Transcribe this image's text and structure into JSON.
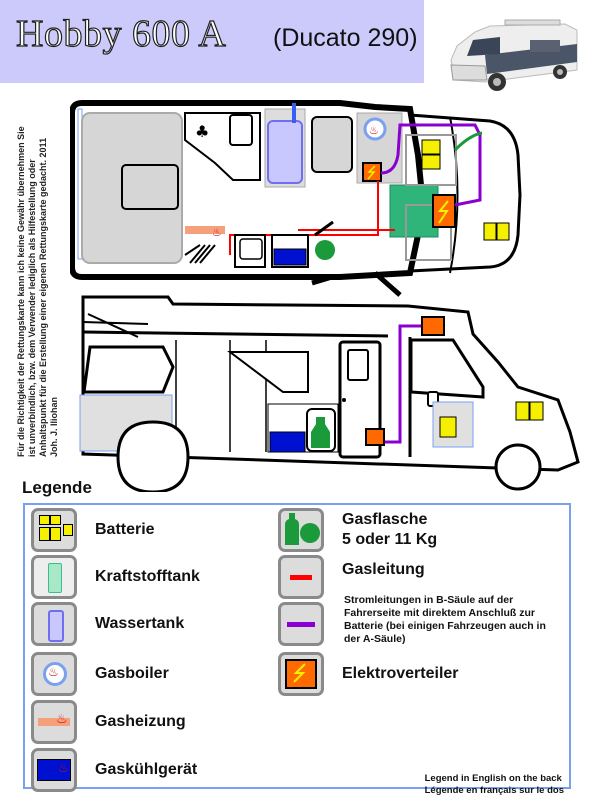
{
  "header": {
    "title": "Hobby 600 A",
    "subtitle": "(Ducato 290)",
    "band_color": "#cccafa"
  },
  "disclaimer": "Für die Richtigkeit der Rettungskarte kann ich keine Gewähr übernehmen Sie ist unverbindlich, bzw. dem Verwender lediglich als Hilfestellung oder Anhaltspunkt für die Erstellung einer eigenen Rettungskarte gedacht. 2011 Joh. J. Iliohan",
  "diagrams": {
    "top_view": "floor-plan",
    "side_view": "side-elevation"
  },
  "legend": {
    "title": "Legende",
    "items": [
      {
        "icon": "battery-icon",
        "label": "Batterie"
      },
      {
        "icon": "fuel-tank-icon",
        "label": "Kraftstofftank"
      },
      {
        "icon": "water-tank-icon",
        "label": "Wassertank"
      },
      {
        "icon": "gas-boiler-icon",
        "label": "Gasboiler"
      },
      {
        "icon": "gas-heater-icon",
        "label": "Gasheizung"
      },
      {
        "icon": "gas-fridge-icon",
        "label": "Gaskühlgerät"
      },
      {
        "icon": "gas-bottle-icon",
        "label_line1": "Gasflasche",
        "label_line2": "5 oder 11 Kg"
      },
      {
        "icon": "gas-line-icon",
        "label": "Gasleitung"
      },
      {
        "icon": "power-line-icon",
        "label": "Stromleitungen in B-Säule auf der Fahrerseite mit direktem Anschluß zur Batterie (bei einigen Fahrzeugen auch in der A-Säule)"
      },
      {
        "icon": "electric-distributor-icon",
        "label": "Elektroverteiler"
      }
    ],
    "colors": {
      "battery": "#f5f000",
      "fuel_tank": "#3cc08a",
      "water_tank": "#c8c8ff",
      "gas_line": "#ff0000",
      "power_line": "#8a00d0",
      "distributor": "#ff6a00",
      "gas_bottle": "#1a9a3a",
      "fridge": "#0010d0"
    }
  },
  "footer": {
    "line1": "Legend in English on the back",
    "line2": "Légende en français sur le dos"
  }
}
